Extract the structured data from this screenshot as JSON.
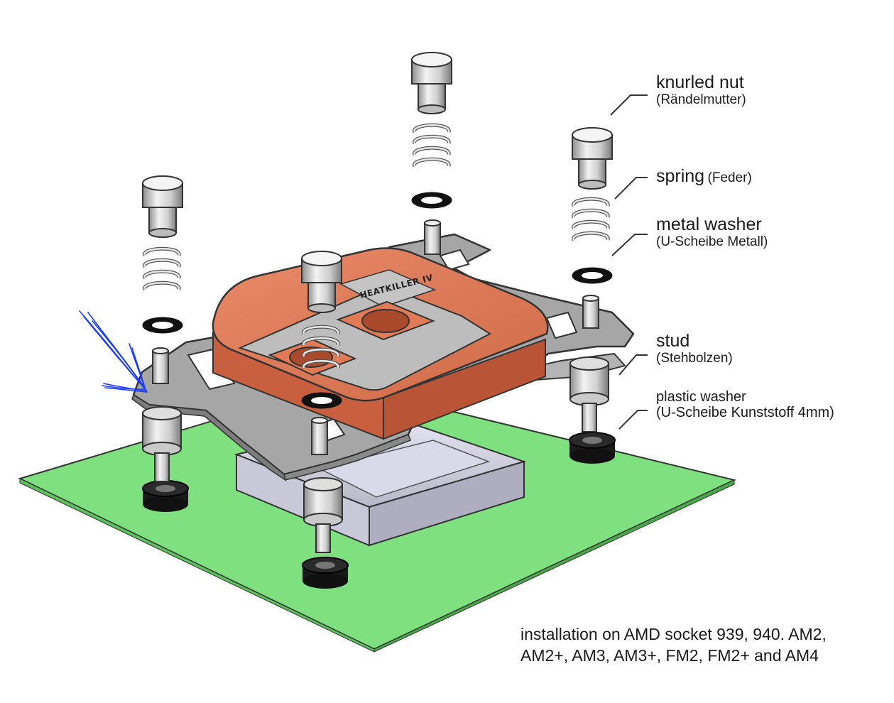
{
  "labels": {
    "knurled_nut": {
      "main": "knurled nut",
      "sub": "(Rändelmutter)"
    },
    "spring": {
      "main": "spring",
      "sub": "(Feder)"
    },
    "metal_washer": {
      "main": "metal washer",
      "sub": "(U-Scheibe Metall)"
    },
    "stud": {
      "main": "stud",
      "sub": "(Stehbolzen)"
    },
    "plastic_washer": {
      "main": "plastic washer",
      "sub": "(U-Scheibe Kunststoff 4mm)"
    }
  },
  "caption": {
    "line1": "installation on AMD socket 939, 940. AM2,",
    "line2": "AM2+, AM3, AM3+, FM2, FM2+ and AM4"
  },
  "block_logo": "HEATKILLER IV",
  "colors": {
    "pcb": "#7fe07f",
    "copper": "#e07a57",
    "plate": "#a9a9a9",
    "metal": "#d6d6d6",
    "annotation": "#1a3cff"
  }
}
